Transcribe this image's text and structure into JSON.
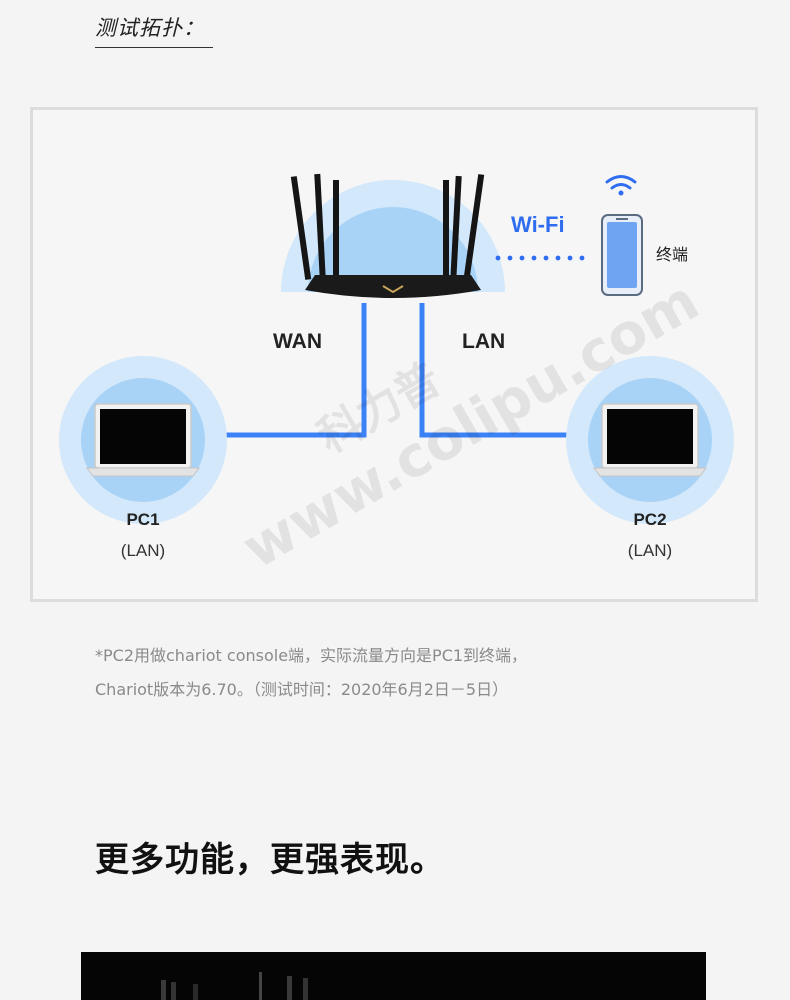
{
  "heading": "测试拓扑：",
  "diagram": {
    "wifi_label": "Wi-Fi",
    "terminal_label": "终端",
    "wan_label": "WAN",
    "lan_label": "LAN",
    "pc1_name": "PC1",
    "pc1_type": "(LAN)",
    "pc2_name": "PC2",
    "pc2_type": "(LAN)",
    "colors": {
      "link": "#3b82f6",
      "wifi": "#2f6df0",
      "halo": "#8ec5f3",
      "halo_light": "#d3e8fb"
    }
  },
  "watermark": {
    "brand_cn": "科力普",
    "url": "www.colipu.com"
  },
  "note": {
    "line1": "*PC2用做chariot console端，实际流量方向是PC1到终端，",
    "line2": "Chariot版本为6.70。（测试时间：2020年6月2日－5日）"
  },
  "slogan": "更多功能，更强表现。"
}
